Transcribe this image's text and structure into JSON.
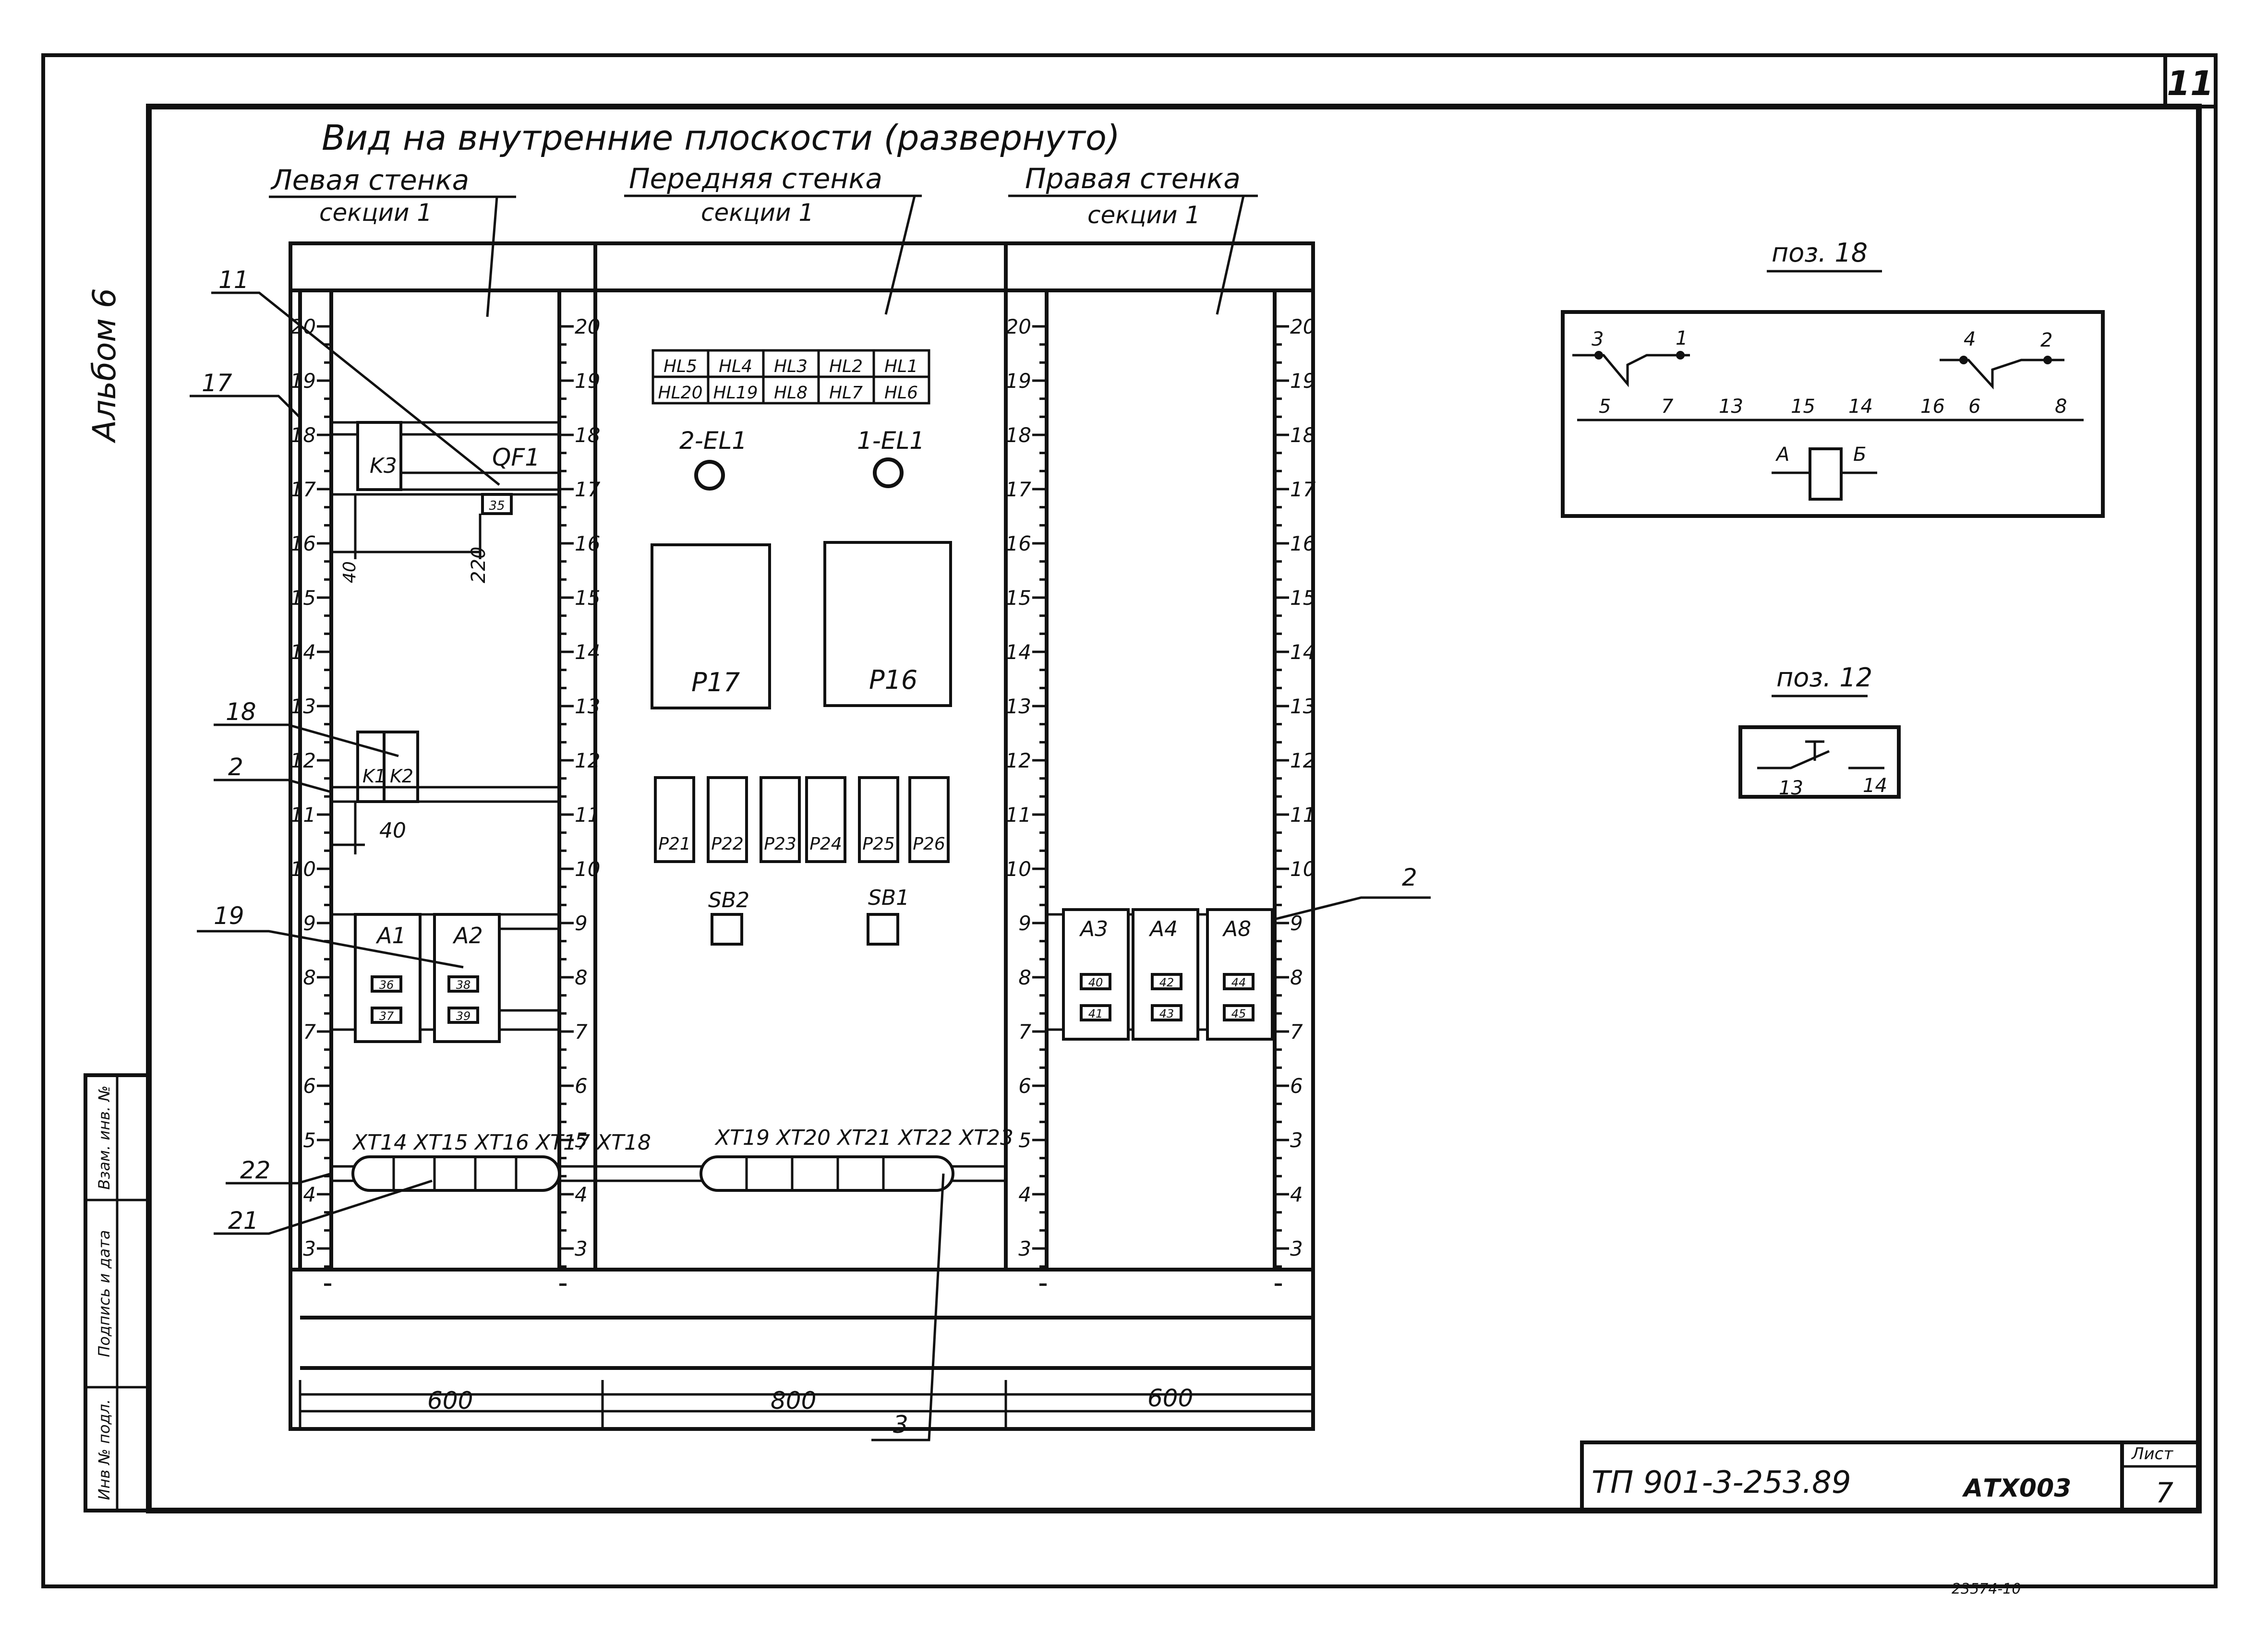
{
  "sheet_corner_number": "11",
  "album_label": "Альбом 6",
  "view_title": "Вид на внутренние плоскости (развернуто)",
  "walls": {
    "left": {
      "title": "Левая стенка",
      "subtitle": "секции 1"
    },
    "front": {
      "title": "Передняя стенка",
      "subtitle": "секции 1"
    },
    "right": {
      "title": "Правая стенка",
      "subtitle": "секции 1"
    }
  },
  "ruler_numbers": [
    "20",
    "19",
    "18",
    "17",
    "16",
    "15",
    "14",
    "13",
    "12",
    "11",
    "10",
    "9",
    "8",
    "7",
    "6",
    "5",
    "4",
    "3"
  ],
  "right_ruler_numbers": [
    "20",
    "19",
    "18",
    "17",
    "16",
    "15",
    "14",
    "13",
    "12",
    "11",
    "10",
    "9",
    "8",
    "7",
    "6",
    "3",
    "4",
    "3"
  ],
  "lamps": {
    "row1": [
      "HL5",
      "HL4",
      "HL3",
      "HL2",
      "HL1"
    ],
    "row2": [
      "HL20",
      "HL19",
      "HL8",
      "HL7",
      "HL6"
    ]
  },
  "front_devices": {
    "el_left": "2-EL1",
    "el_right": "1-EL1",
    "relay_big_left": "P17",
    "relay_big_right": "P16",
    "relays_small": [
      "P21",
      "P22",
      "P23",
      "P24",
      "P25",
      "P26"
    ],
    "button_left": "SB2",
    "button_right": "SB1",
    "terminals_front": "XT19 XT20 XT21 XT22 XT23"
  },
  "left_devices": {
    "k3": "K3",
    "qf1": "QF1",
    "qf1_tag": "35",
    "dim_40_top": "40",
    "dim_220": "220",
    "k1": "K1",
    "k2": "K2",
    "dim_40": "40",
    "a1": "A1",
    "a2": "A2",
    "a1_tags": [
      "36",
      "37"
    ],
    "a2_tags": [
      "38",
      "39"
    ],
    "terminals_left": "XT14 XT15 XT16 XT17 XT18"
  },
  "right_devices": {
    "a3": "A3",
    "a4": "A4",
    "a8": "A8",
    "a3_tags": [
      "40",
      "41"
    ],
    "a4_tags": [
      "42",
      "43"
    ],
    "a8_tags": [
      "44",
      "45"
    ]
  },
  "callouts": {
    "c11": "11",
    "c17": "17",
    "c18": "18",
    "c2_left": "2",
    "c19": "19",
    "c22": "22",
    "c21": "21",
    "c2_right": "2",
    "c3": "3"
  },
  "dimensions": {
    "left": "600",
    "front": "800",
    "right": "600"
  },
  "pos18": {
    "title": "поз. 18",
    "labels": [
      "3",
      "1",
      "4",
      "2",
      "5",
      "7",
      "13",
      "15",
      "14",
      "16",
      "6",
      "8",
      "А",
      "Б"
    ]
  },
  "pos12": {
    "title": "поз. 12",
    "labels": [
      "13",
      "14"
    ]
  },
  "title_block": {
    "project": "ТП 901-3-253.89",
    "code": "АТХ003",
    "sheet_label": "Лист",
    "sheet_number": "7"
  },
  "side_stamp": [
    "Инв № подл.",
    "Подпись и дата",
    "Взам. инв. №"
  ],
  "bottom_note": "23574-10"
}
